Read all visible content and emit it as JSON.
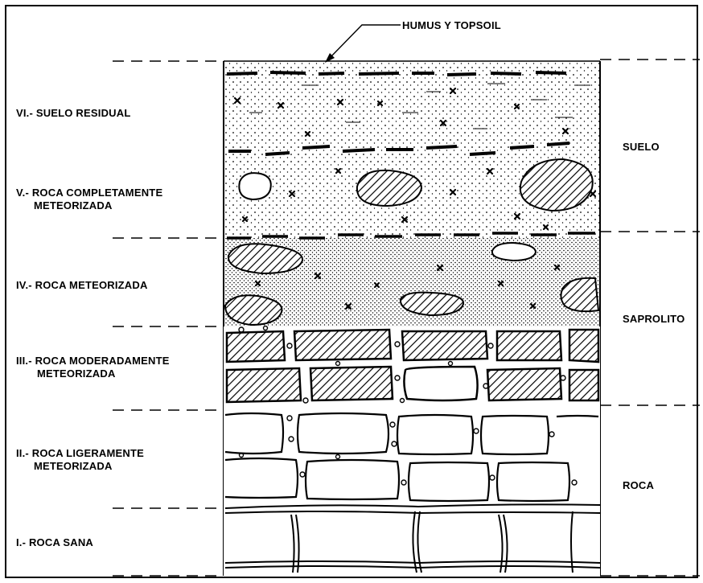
{
  "top_label": "HUMUS Y TOPSOIL",
  "layers": [
    {
      "id": "VI",
      "lines": [
        "VI.- SUELO RESIDUAL"
      ]
    },
    {
      "id": "V",
      "lines": [
        "V.- ROCA COMPLETAMENTE",
        "METEORIZADA"
      ]
    },
    {
      "id": "IV",
      "lines": [
        "IV.- ROCA METEORIZADA"
      ]
    },
    {
      "id": "III",
      "lines": [
        "III.- ROCA MODERADAMENTE",
        "METEORIZADA"
      ]
    },
    {
      "id": "II",
      "lines": [
        "II.- ROCA LIGERAMENTE",
        "METEORIZADA"
      ]
    },
    {
      "id": "I",
      "lines": [
        "I.- ROCA SANA"
      ]
    }
  ],
  "zones": [
    {
      "id": "suelo",
      "label": "SUELO"
    },
    {
      "id": "saprolito",
      "label": "SAPROLITO"
    },
    {
      "id": "roca",
      "label": "ROCA"
    }
  ],
  "colors": {
    "ink": "#000000",
    "background": "#ffffff"
  }
}
